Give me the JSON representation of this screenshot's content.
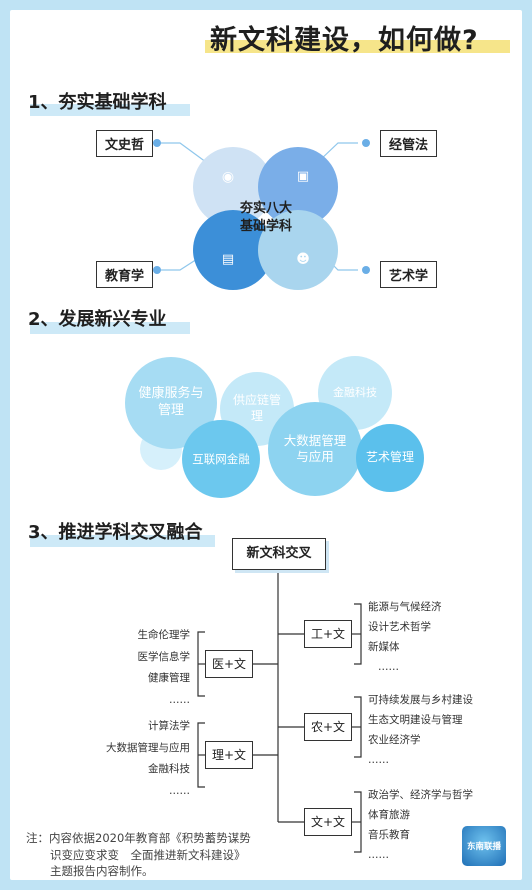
{
  "title": "新文科建设，如何做?",
  "sections": [
    {
      "label": "1、夯实基础学科"
    },
    {
      "label": "2、发展新兴专业"
    },
    {
      "label": "3、推进学科交叉融合"
    }
  ],
  "foundation": {
    "center": [
      "夯实八大",
      "基础学科"
    ],
    "labels": [
      "文史哲",
      "经管法",
      "教育学",
      "艺术学"
    ]
  },
  "emerging": {
    "bubbles": [
      "健康服务与管理",
      "供应链管理",
      "金融科技",
      "互联网金融",
      "大数据管理与应用",
      "艺术管理"
    ]
  },
  "cross": {
    "root": "新文科交叉",
    "branches": [
      {
        "label": "医+文",
        "items": [
          "生命伦理学",
          "医学信息学",
          "健康管理",
          "……"
        ]
      },
      {
        "label": "理+文",
        "items": [
          "计算法学",
          "大数据管理与应用",
          "金融科技",
          "……"
        ]
      },
      {
        "label": "工+文",
        "items": [
          "能源与气候经济",
          "设计艺术哲学",
          "新媒体",
          "……"
        ]
      },
      {
        "label": "农+文",
        "items": [
          "可持续发展与乡村建设",
          "生态文明建设与管理",
          "农业经济学",
          "……"
        ]
      },
      {
        "label": "文+文",
        "items": [
          "政治学、经济学与哲学",
          "体育旅游",
          "音乐教育",
          "……"
        ]
      }
    ]
  },
  "note": {
    "lines": [
      "注：内容依据2020年教育部《积势蓄势谋势",
      "识变应变求变　全面推进新文科建设》",
      "主题报告内容制作。"
    ]
  },
  "logo": {
    "text": "东南联播"
  },
  "colors": {
    "accent": "#4a9fe0",
    "light": "#cde9f7",
    "highlight": "#f6e58a"
  }
}
